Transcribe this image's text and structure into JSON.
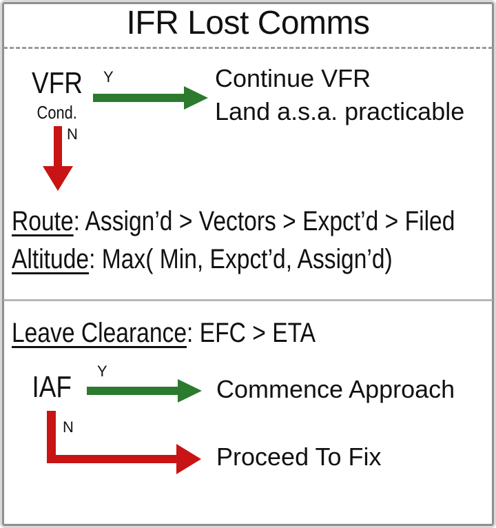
{
  "title": "IFR Lost Comms",
  "colors": {
    "yes_arrow": "#2b7a2d",
    "no_arrow": "#c81414",
    "text": "#111111",
    "border": "#8f8f8f",
    "divider_solid": "#b5b5b5",
    "divider_dashed": "#9a9a9a"
  },
  "vfr_branch": {
    "node_label": "VFR",
    "node_sublabel": "Cond.",
    "yes_label": "Y",
    "no_label": "N",
    "yes_outcome_line1": "Continue VFR",
    "yes_outcome_line2": "Land a.s.a. practicable"
  },
  "rules": {
    "route_label": "Route",
    "route_value": ": Assign’d > Vectors > Expct’d > Filed",
    "altitude_label": "Altitude",
    "altitude_value": ": Max( Min, Expct’d, Assign’d)"
  },
  "clearance_rule": {
    "label": "Leave Clearance",
    "value": ": EFC > ETA"
  },
  "iaf_branch": {
    "node_label": "IAF",
    "yes_label": "Y",
    "no_label": "N",
    "yes_outcome": "Commence Approach",
    "no_outcome": "Proceed To Fix"
  }
}
